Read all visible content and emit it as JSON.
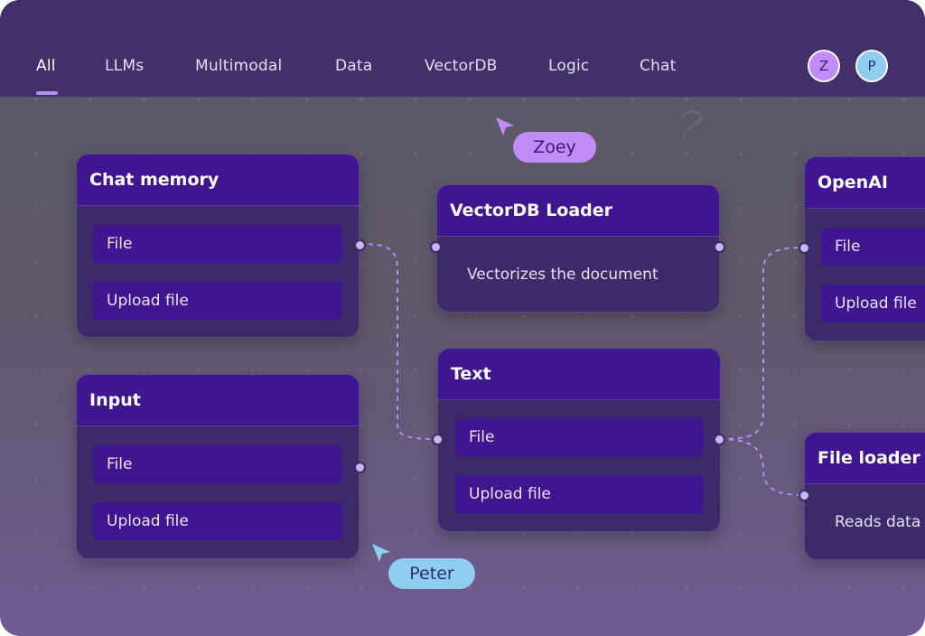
{
  "tabs": [
    {
      "label": "All",
      "active": true
    },
    {
      "label": "LLMs"
    },
    {
      "label": "Multimodal"
    },
    {
      "label": "Data"
    },
    {
      "label": "VectorDB"
    },
    {
      "label": "Logic"
    },
    {
      "label": "Chat"
    }
  ],
  "avatars": [
    {
      "initial": "Z",
      "color": "#c18cf8",
      "text_color": "#3a1a73"
    },
    {
      "initial": "P",
      "color": "#8ecdf0",
      "text_color": "#2a2f7a"
    }
  ],
  "nodes": {
    "chat_memory": {
      "title": "Chat memory",
      "fields": [
        "File",
        "Upload file"
      ]
    },
    "input": {
      "title": "Input",
      "fields": [
        "File",
        "Upload file"
      ]
    },
    "vectordb_loader": {
      "title": "VectorDB Loader",
      "description": "Vectorizes the document"
    },
    "text": {
      "title": "Text",
      "fields": [
        "File",
        "Upload file"
      ]
    },
    "openai": {
      "title": "OpenAI",
      "fields": [
        "File",
        "Upload file"
      ]
    },
    "file_loader": {
      "title": "File loader",
      "description": "Reads data"
    }
  },
  "cursors": [
    {
      "name": "Zoey",
      "color": "#c18cf8",
      "text_color": "#3a1a73"
    },
    {
      "name": "Peter",
      "color": "#8ecdf0",
      "text_color": "#2a2f7a"
    }
  ],
  "colors": {
    "accent": "#b68cf5",
    "node_header": "#3f1590",
    "node_body": "#3d2b69",
    "top_bar": "#41306a"
  }
}
